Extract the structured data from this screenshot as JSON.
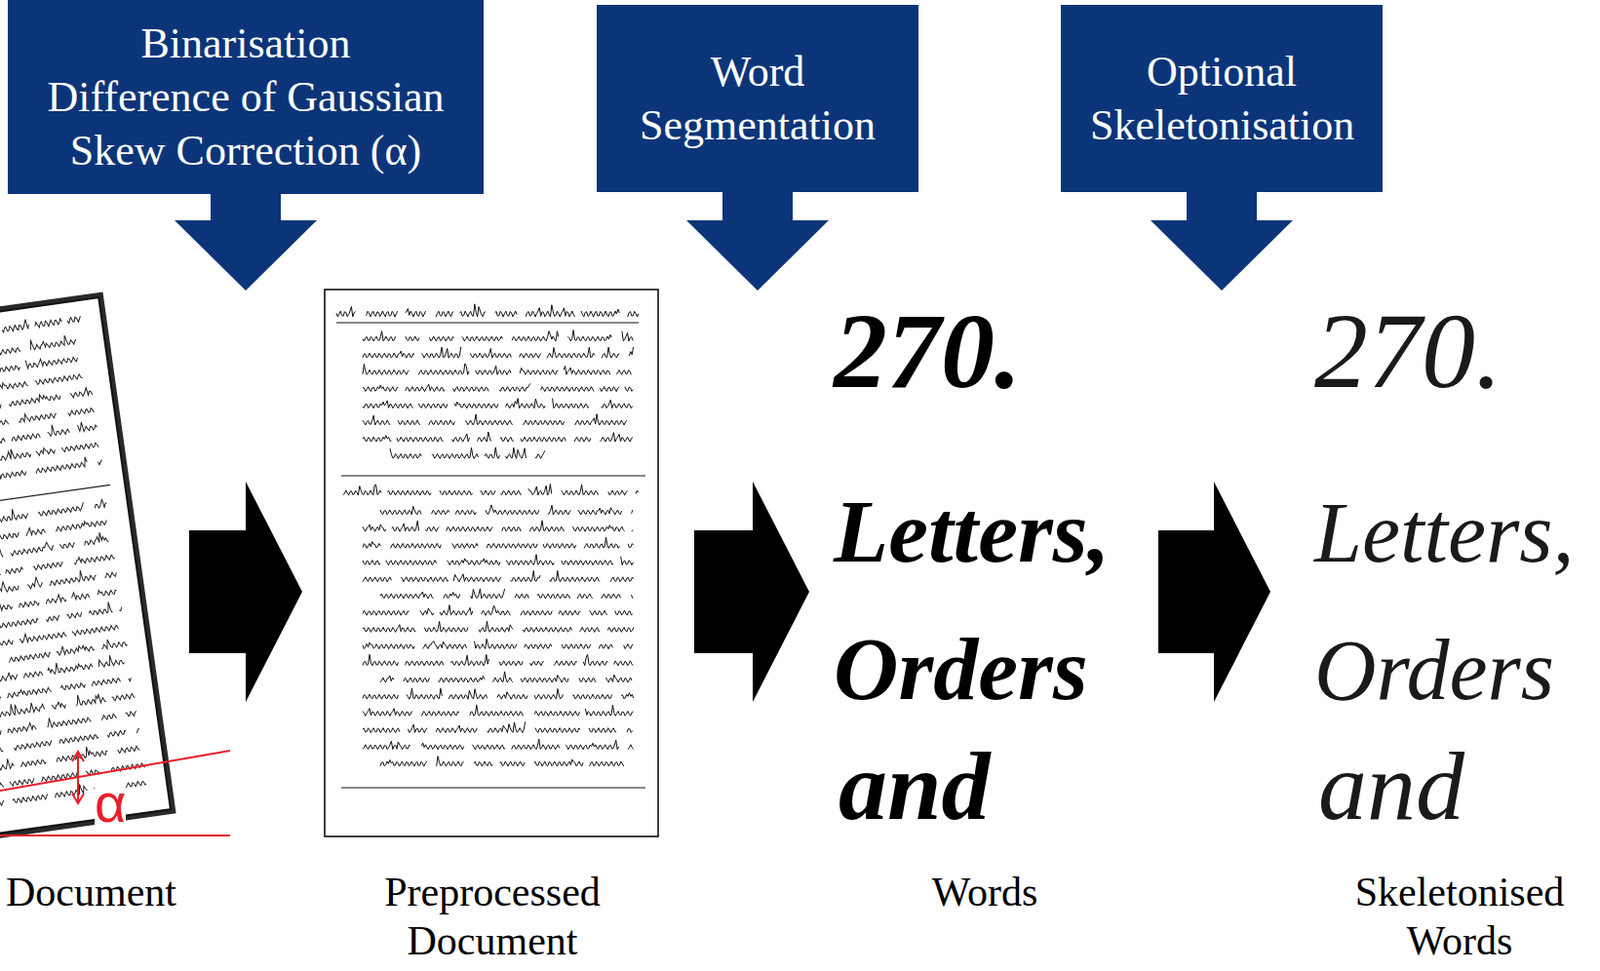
{
  "diagram": {
    "nodes": [
      {
        "text": [
          "Binarisation",
          "Difference of Gaussian",
          "Skew Correction (α)"
        ]
      },
      {
        "text": [
          "Word Segmentation"
        ]
      },
      {
        "text": [
          "Optional Skeletonisation"
        ]
      },
      {
        "text": [
          "Document"
        ]
      },
      {
        "text": [
          "Preprocessed Document"
        ]
      },
      {
        "text": [
          "Words"
        ]
      },
      {
        "text": [
          "Skeletonised Words"
        ]
      }
    ],
    "edges": [
      {
        "from": 3,
        "to": 4,
        "arrow": "to"
      },
      {
        "from": 4,
        "to": 5,
        "arrow": "to"
      },
      {
        "from": 5,
        "to": 6,
        "arrow": "to"
      }
    ],
    "labels": [
      "α",
      "270.",
      "Letters,",
      "Orders",
      "and",
      "270.",
      "Letters,",
      "Orders",
      "and"
    ]
  }
}
